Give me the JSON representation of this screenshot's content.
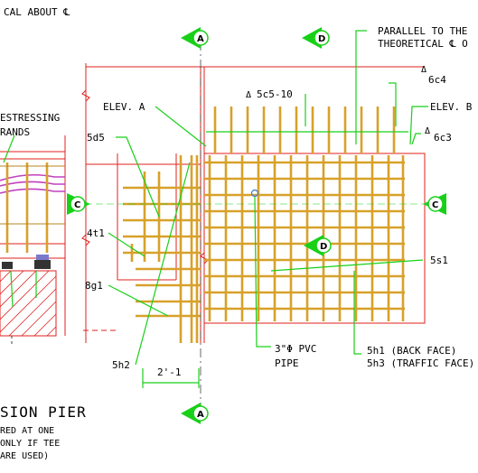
{
  "top_left_text": "CAL ABOUT ℄",
  "sections": {
    "a": "A",
    "d": "D",
    "c": "C"
  },
  "labels": {
    "parallel": [
      "PARALLEL TO THE",
      "THEORETICAL ℄ O"
    ],
    "c6c4": "6c4",
    "c5c510": "5c5-10",
    "delta": "Δ",
    "elev_a": "ELEV. A",
    "elev_b": "ELEV. B",
    "c6c3": "6c3",
    "prestress": [
      "ESTRESSING",
      "RANDS"
    ],
    "d5": "5d5",
    "t1": "4t1",
    "s1": "5s1",
    "g1": "8g1",
    "h2": "5h2",
    "dim": "2'-1",
    "pvc": [
      "3\"Φ PVC",
      "PIPE"
    ],
    "h1": [
      "5h1 (BACK FACE)",
      "5h3 (TRAFFIC FACE)"
    ],
    "pier_title": "SION PIER",
    "pier_note": [
      "RED AT ONE",
      "ONLY IF TEE",
      "ARE USED)"
    ]
  },
  "colors": {
    "rebar": "#d8a12a",
    "leader": "#19d019",
    "outline": "#e0201e",
    "bearing": "#c040c0"
  }
}
